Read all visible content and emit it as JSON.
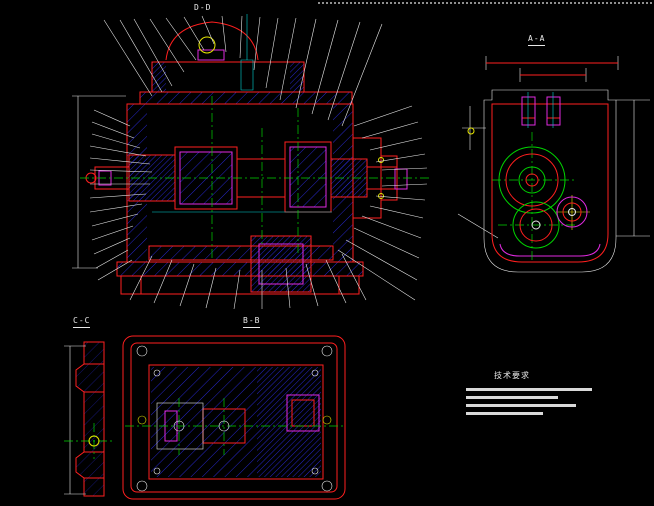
{
  "labels": {
    "section_d": "D-D",
    "section_a": "A-A",
    "section_b": "B-B",
    "section_c": "C-C"
  },
  "tech_notes": {
    "title": "技术要求"
  },
  "colors": {
    "background": "#000000",
    "outline_red": "#ff1f1f",
    "hatch_blue": "#2a2ae0",
    "centerline_green": "#00d400",
    "detail_magenta": "#e02ae0",
    "aux_cyan": "#00d4d4",
    "highlight_yellow": "#e6e600",
    "annotation_white": "#e8e8e8"
  }
}
